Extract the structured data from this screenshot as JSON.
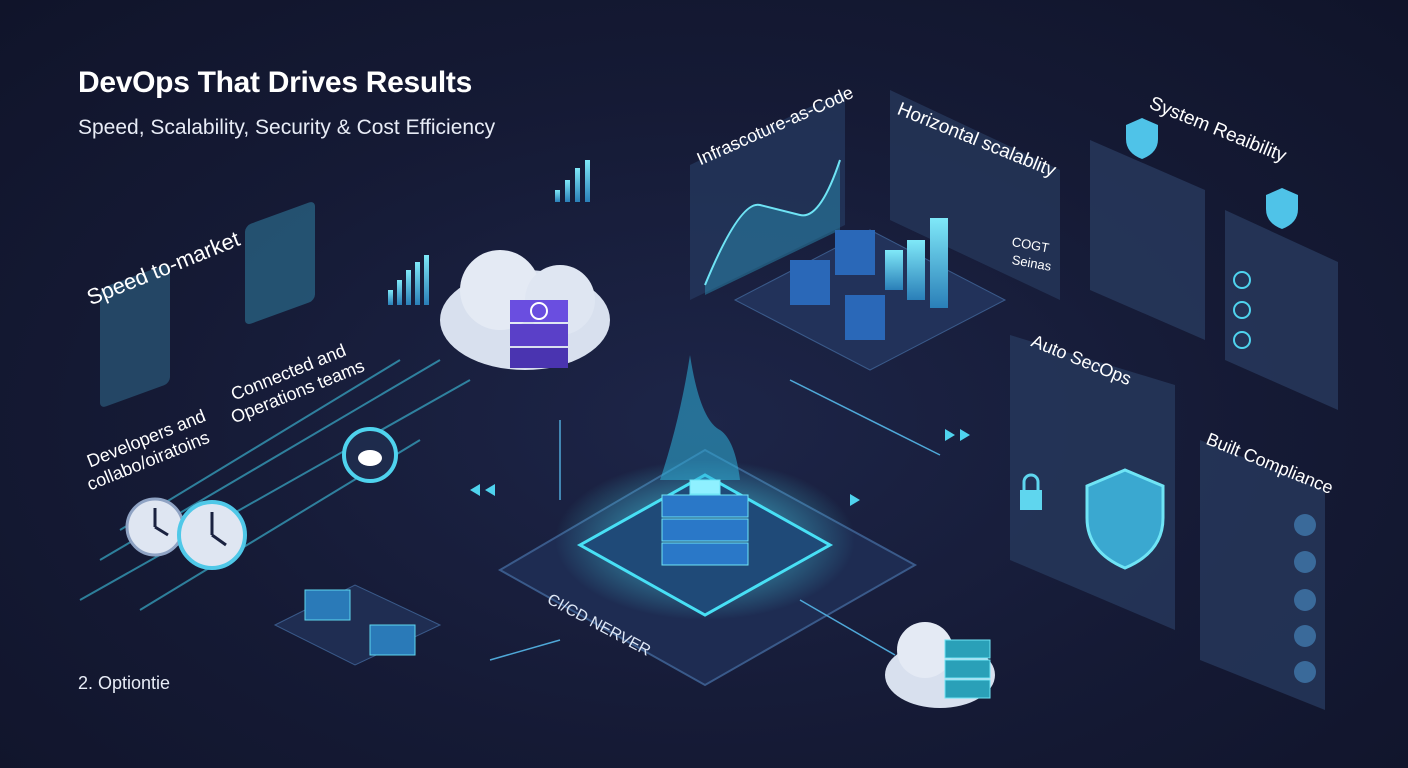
{
  "header": {
    "title": "DevOps That Drives Results",
    "subtitle": "Speed, Scalability, Security & Cost Efficiency"
  },
  "sections": {
    "speed": "Speed to-market",
    "developers_line1": "Developers and",
    "developers_line2": "collabo/oiratoins",
    "connected_line1": "Connected and",
    "connected_line2": "Operations teams",
    "iac": "Infrascoture-as-Code",
    "horizontal": "Horizontal scalablity",
    "cost_line1": "COGT",
    "cost_line2": "Seinas",
    "reliability": "System Reaibility",
    "secops": "Auto SecOps",
    "compliance": "Built Compliance",
    "cicd": "CI/CD NERVER"
  },
  "footer": {
    "label": "2. Optiontie"
  },
  "colors": {
    "background": "#151a35",
    "accent": "#3fd0e8",
    "panel": "#2b3e63"
  },
  "icons": [
    "clock-icon",
    "cloud-icon",
    "server-stack-icon",
    "shield-icon",
    "lock-icon",
    "check-icon",
    "bar-chart-icon",
    "line-chart-icon"
  ]
}
